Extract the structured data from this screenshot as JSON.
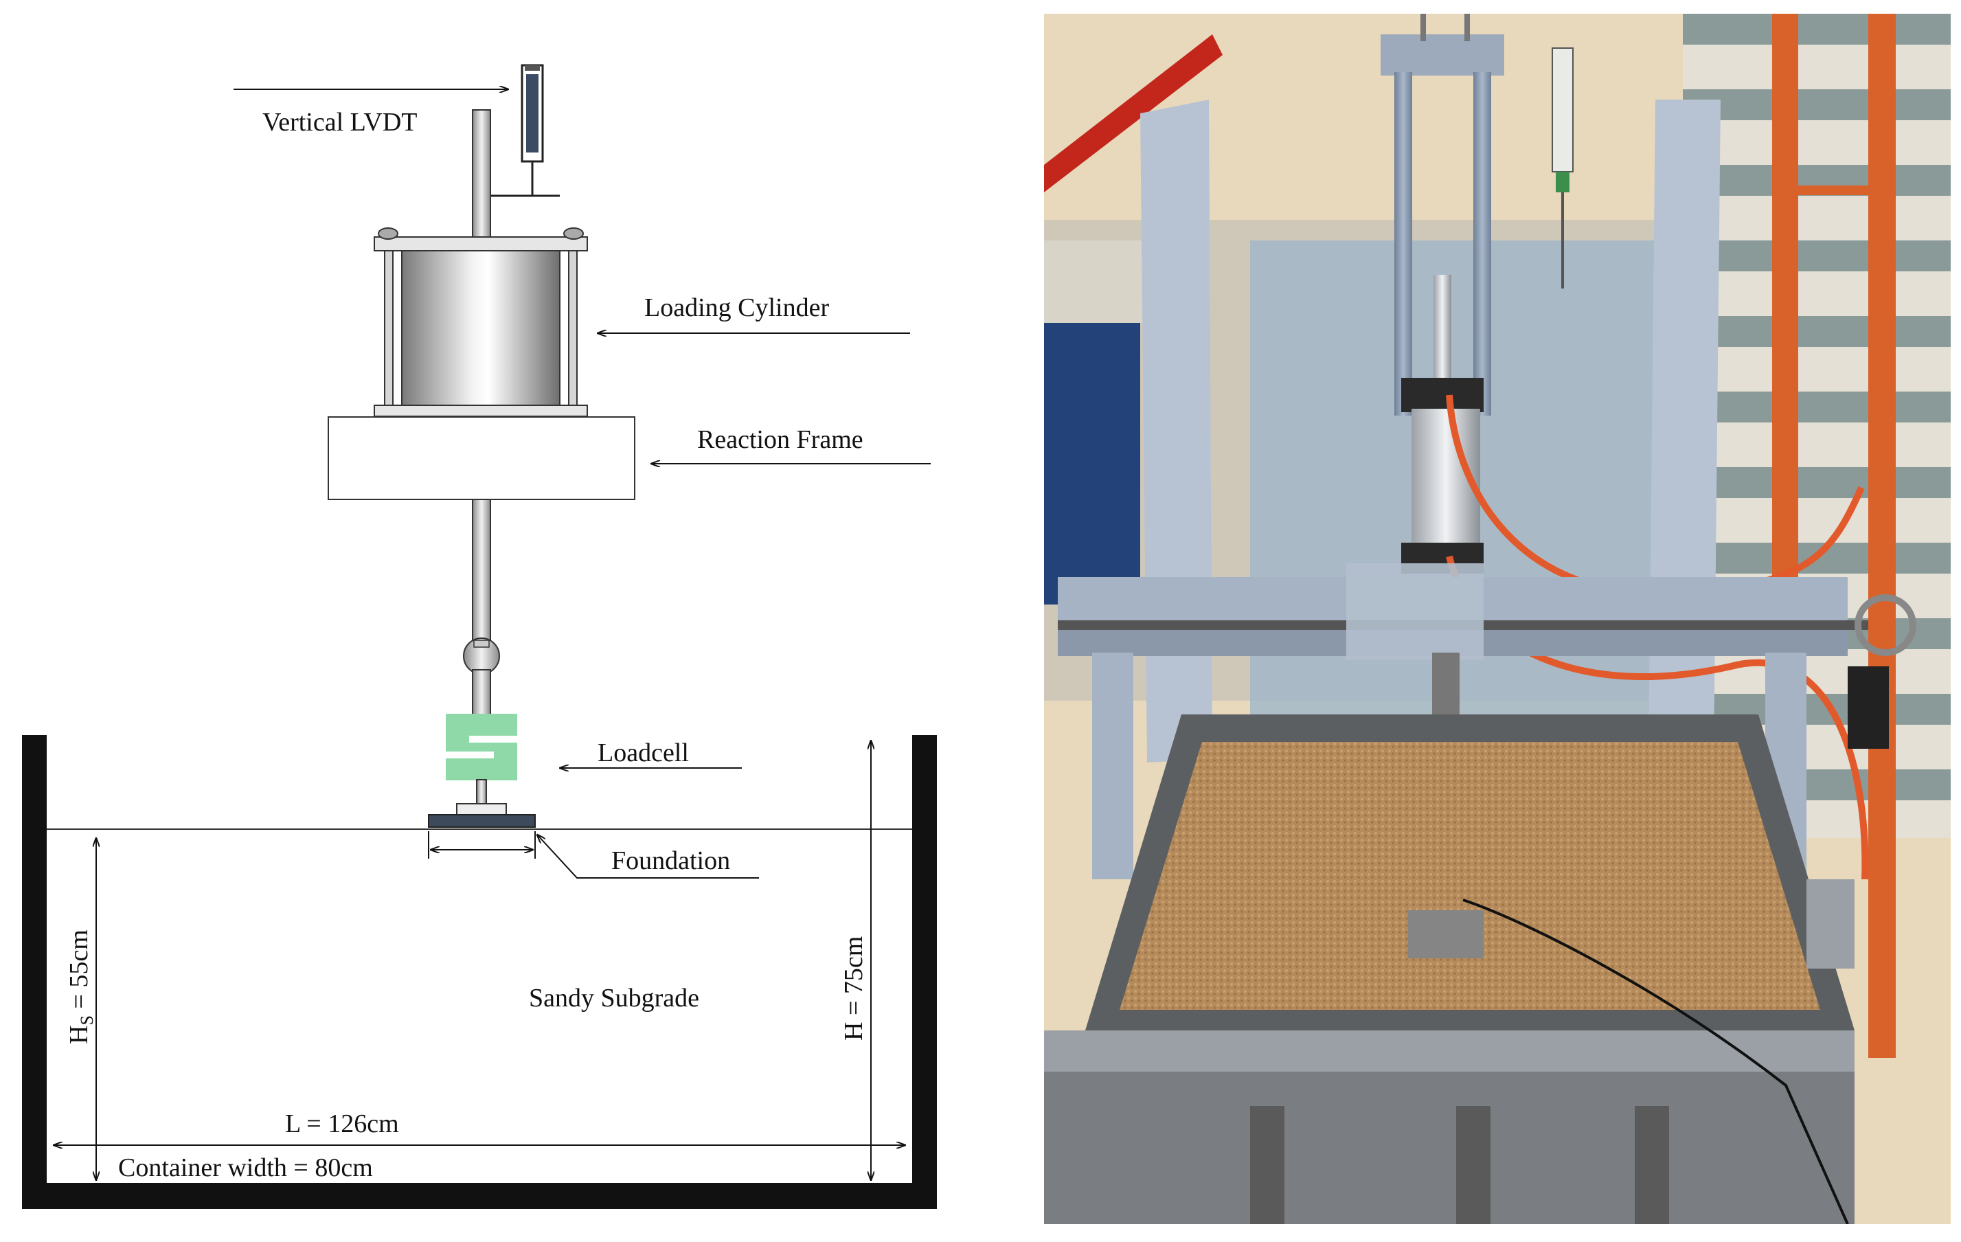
{
  "schematic": {
    "labels": {
      "vertical_lvdt": "Vertical LVDT",
      "loading_cylinder": "Loading Cylinder",
      "reaction_frame": "Reaction Frame",
      "loadcell": "Loadcell",
      "foundation": "Foundation",
      "sandy_subgrade": "Sandy Subgrade",
      "length": "L = 126cm",
      "container_width": "Container width = 80cm",
      "height_total": "H = 75cm",
      "height_sand_main": "H",
      "height_sand_sub": "S",
      "height_sand_rest": " = 55cm"
    },
    "colors": {
      "loadcell": "#8fd9a8",
      "foundation": "#3d4a5c",
      "line": "#111111"
    }
  },
  "photo": {
    "colors": {
      "wall": "#e8d9bc",
      "frame_steel": "#8fa1b8",
      "sand": "#b38a5a",
      "hose": "#e25a2c",
      "orange_pole": "#d9622a",
      "curtain_stripe": "#8a9a98"
    }
  }
}
